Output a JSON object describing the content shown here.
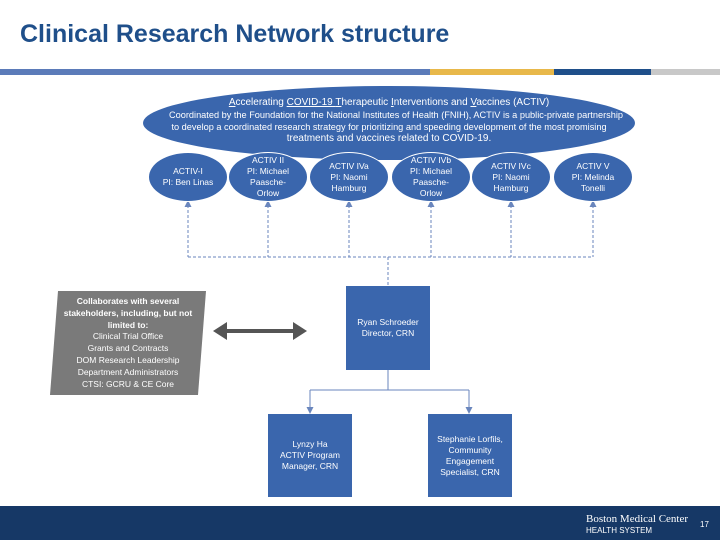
{
  "title": "Clinical Research Network structure",
  "colors": {
    "title": "#1f4f8a",
    "node": "#3a66ad",
    "footer": "#163866",
    "rule_blue": "#5b7bb9",
    "rule_gold": "#e8b84a",
    "rule_navy": "#1f4f8a",
    "rule_gray": "#c8c8c8"
  },
  "activ": {
    "line1_parts": [
      "A",
      "ccelerating ",
      "COVID-19 ",
      "T",
      "herapeutic ",
      "I",
      "nterventions and ",
      "V",
      "accines (ACTIV)"
    ],
    "line2": "Coordinated by the Foundation for the National Institutes of Health (FNIH), ACTIV is a public-private partnership",
    "line3": "to develop a coordinated research strategy for prioritizing and speeding development of the most promising",
    "line4": "treatments and vaccines related to COVID-19."
  },
  "trials": [
    {
      "name": "ACTIV-I",
      "pi": "PI: Ben Linas"
    },
    {
      "name": "ACTIV II",
      "pi": "PI: Michael Paasche-Orlow"
    },
    {
      "name": "ACTIV IVa",
      "pi": "PI: Naomi Hamburg"
    },
    {
      "name": "ACTIV IVb",
      "pi": "PI: Michael Paasche-Orlow"
    },
    {
      "name": "ACTIV IVc",
      "pi": "PI: Naomi Hamburg"
    },
    {
      "name": "ACTIV V",
      "pi": "PI: Melinda Tonelli"
    }
  ],
  "stakeholders": {
    "heading": "Collaborates with several stakeholders, including, but not limited to:",
    "items": [
      "Clinical Trial Office",
      "Grants and Contracts",
      "DOM Research Leadership",
      "Department Administrators",
      "CTSI: GCRU & CE Core"
    ]
  },
  "director": {
    "name": "Ryan Schroeder",
    "role": "Director, CRN"
  },
  "staff": [
    {
      "name": "Lynzy Ha",
      "role": "ACTIV Program Manager, CRN"
    },
    {
      "name": "Stephanie Lorfils,",
      "role": "Community Engagement Specialist, CRN"
    }
  ],
  "footer": {
    "logo_line1": "Boston Medical Center",
    "logo_line2": "HEALTH SYSTEM",
    "page_number": "17"
  }
}
